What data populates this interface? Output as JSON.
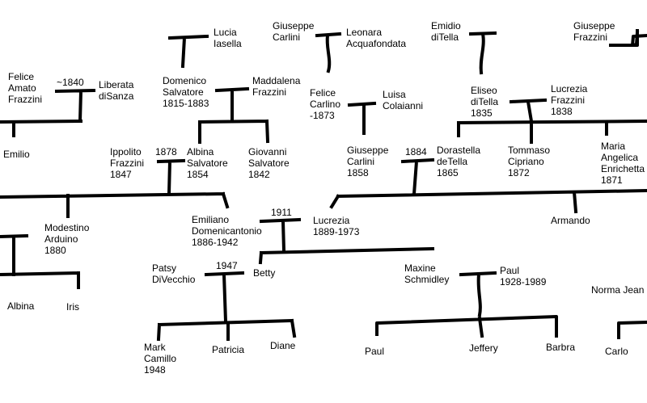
{
  "tree": {
    "people": [
      {
        "id": "lucia",
        "text": "Lucia\nIasella"
      },
      {
        "id": "giuseppe-carlini-top",
        "text": "Giuseppe\nCarlini"
      },
      {
        "id": "leonara",
        "text": "Leonara\nAcquafondata"
      },
      {
        "id": "emidio",
        "text": "Emidio\ndiTella"
      },
      {
        "id": "giuseppe-frazzini-top",
        "text": "Giuseppe\nFrazzini"
      },
      {
        "id": "felice-amato",
        "text": "Felice\nAmato\nFrazzini"
      },
      {
        "id": "year-1840",
        "text": "~1840"
      },
      {
        "id": "liberata",
        "text": "Liberata\ndiSanza"
      },
      {
        "id": "domenico",
        "text": "Domenico\nSalvatore\n1815-1883"
      },
      {
        "id": "maddalena",
        "text": "Maddalena\nFrazzini"
      },
      {
        "id": "felice-carlino",
        "text": "Felice\nCarlino\n-1873"
      },
      {
        "id": "luisa",
        "text": "Luisa\nColaianni"
      },
      {
        "id": "eliseo",
        "text": "Eliseo\ndiTella\n1835"
      },
      {
        "id": "lucrezia-frazzini",
        "text": "Lucrezia\nFrazzini\n1838"
      },
      {
        "id": "emilio",
        "text": "Emilio"
      },
      {
        "id": "ippolito",
        "text": "Ippolito\nFrazzini\n1847"
      },
      {
        "id": "year-1878",
        "text": "1878"
      },
      {
        "id": "albina-salvatore",
        "text": "Albina\nSalvatore\n1854"
      },
      {
        "id": "giovanni",
        "text": "Giovanni\nSalvatore\n1842"
      },
      {
        "id": "giuseppe-carlini-1858",
        "text": "Giuseppe\nCarlini\n1858"
      },
      {
        "id": "year-1884",
        "text": "1884"
      },
      {
        "id": "dorastella",
        "text": "Dorastella\ndeTella\n1865"
      },
      {
        "id": "tommaso",
        "text": "Tommaso\nCipriano\n1872"
      },
      {
        "id": "maria-angelica",
        "text": "Maria\nAngelica\nEnrichetta\n1871"
      },
      {
        "id": "modestino",
        "text": "Modestino\nArduino\n1880"
      },
      {
        "id": "emiliano",
        "text": "Emiliano\nDomenicantonio\n1886-1942"
      },
      {
        "id": "year-1911",
        "text": "1911"
      },
      {
        "id": "lucrezia-1889",
        "text": "Lucrezia\n1889-1973"
      },
      {
        "id": "armando",
        "text": "Armando"
      },
      {
        "id": "patsy",
        "text": "Patsy\nDiVecchio"
      },
      {
        "id": "year-1947",
        "text": "1947"
      },
      {
        "id": "betty",
        "text": "Betty"
      },
      {
        "id": "maxine",
        "text": "Maxine\nSchmidley"
      },
      {
        "id": "paul-1928",
        "text": "Paul\n1928-1989"
      },
      {
        "id": "norma",
        "text": "Norma Jean"
      },
      {
        "id": "albina",
        "text": "Albina"
      },
      {
        "id": "iris",
        "text": "Iris"
      },
      {
        "id": "mark",
        "text": "Mark\nCamillo\n1948"
      },
      {
        "id": "patricia",
        "text": "Patricia"
      },
      {
        "id": "diane",
        "text": "Diane"
      },
      {
        "id": "paul",
        "text": "Paul"
      },
      {
        "id": "jeffery",
        "text": "Jeffery"
      },
      {
        "id": "barbra",
        "text": "Barbra"
      },
      {
        "id": "carlo",
        "text": "Carlo"
      }
    ]
  }
}
